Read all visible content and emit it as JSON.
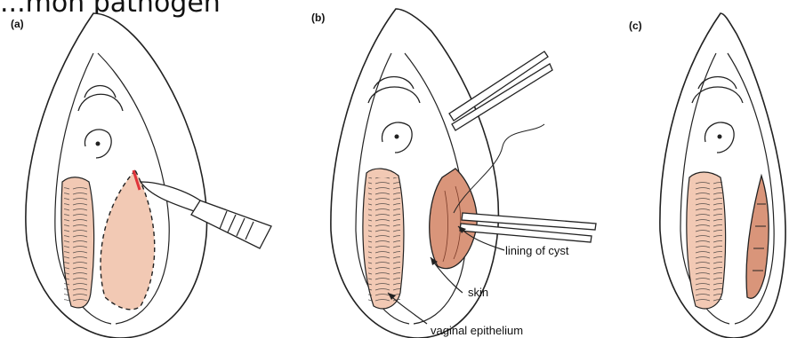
{
  "caption": "...mon pathogen",
  "panels": {
    "a": {
      "label": "(a)"
    },
    "b": {
      "label": "(b)"
    },
    "c": {
      "label": "(c)"
    }
  },
  "annotations": {
    "lining": "lining of cyst",
    "skin": "skin",
    "epithelium": "vaginal epithelium"
  },
  "colors": {
    "tissue": "#f2c9b4",
    "cyst": "#d9957a",
    "incision": "#e0343a",
    "line": "#222222"
  }
}
